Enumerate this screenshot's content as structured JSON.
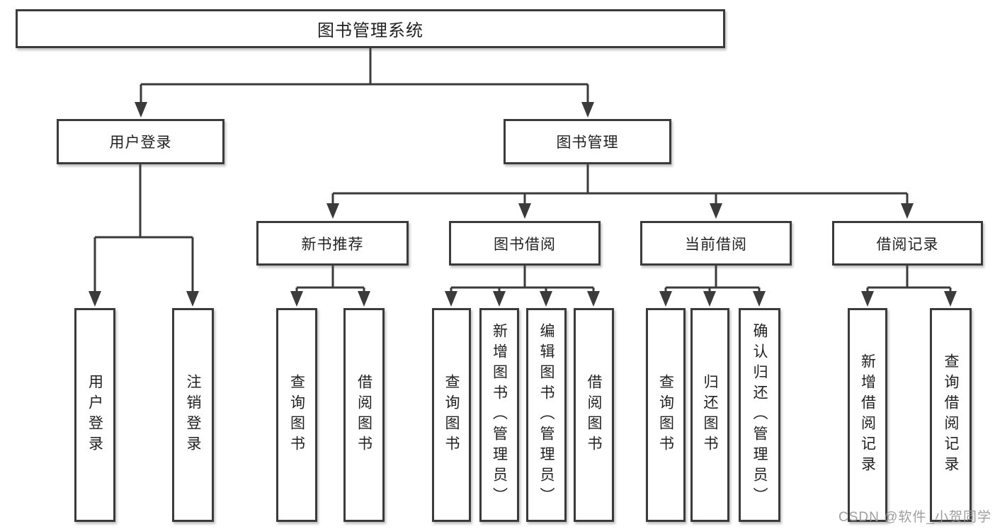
{
  "diagram": {
    "root": "图书管理系统",
    "branches": {
      "user_login": {
        "label": "用户登录",
        "children": [
          "用户登录",
          "注销登录"
        ]
      },
      "book_management": {
        "label": "图书管理",
        "sections": {
          "new_book": {
            "label": "新书推荐",
            "children": [
              "查询图书",
              "借阅图书"
            ]
          },
          "borrow": {
            "label": "图书借阅",
            "children": [
              "查询图书",
              "新增图书（管理员）",
              "编辑图书（管理员）",
              "借阅图书"
            ]
          },
          "current": {
            "label": "当前借阅",
            "children": [
              "查询图书",
              "归还图书",
              "确认归还（管理员）"
            ]
          },
          "records": {
            "label": "借阅记录",
            "children": [
              "新增借阅记录",
              "查询借阅记录"
            ]
          }
        }
      }
    }
  },
  "colors": {
    "line": "#3b3b3b",
    "text": "#222222",
    "box_background": "#ffffff",
    "watermark": "#969696"
  },
  "watermark": "CSDN @软件_小贺同学"
}
